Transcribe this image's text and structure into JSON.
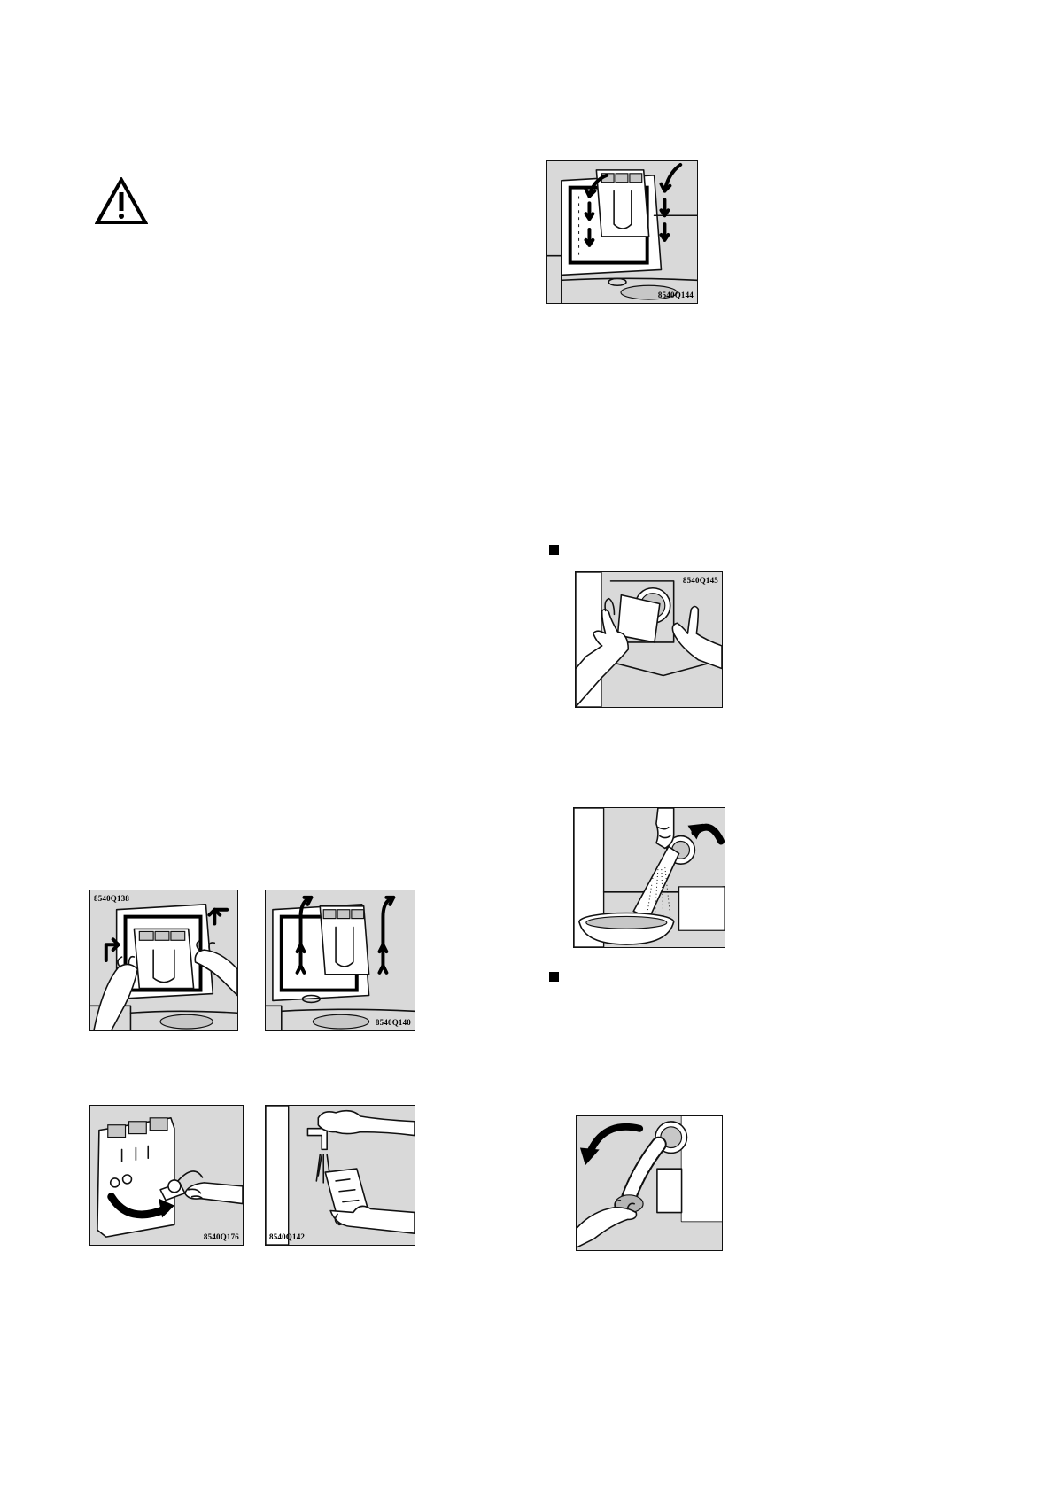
{
  "warning": {
    "icon": "warning-triangle-icon"
  },
  "bullets": {
    "icon": "square-bullet-icon"
  },
  "figures": {
    "fig_138": {
      "code": "8540Q138"
    },
    "fig_140": {
      "code": "8540Q140"
    },
    "fig_176": {
      "code": "8540Q176"
    },
    "fig_142": {
      "code": "8540Q142"
    },
    "fig_144": {
      "code": "8540Q144"
    },
    "fig_145": {
      "code": "8540Q145"
    },
    "fig_pump_drain": {
      "code": ""
    },
    "fig_hose": {
      "code": ""
    }
  }
}
